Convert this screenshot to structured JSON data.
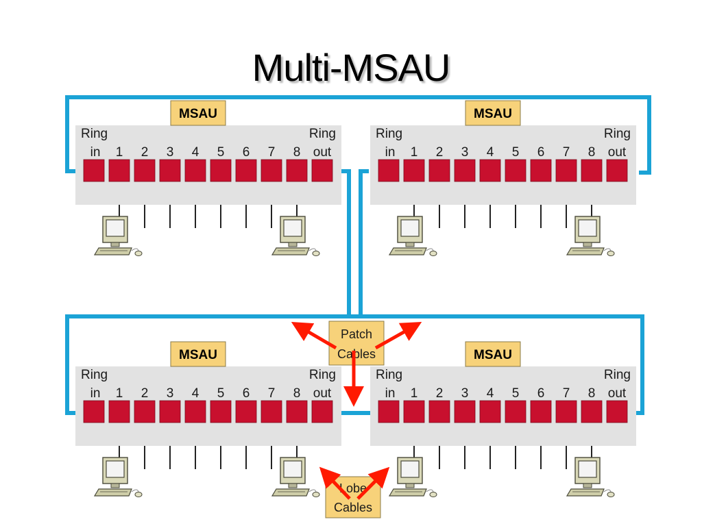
{
  "title": "Multi-MSAU",
  "msau_label": "MSAU",
  "ring_word": "Ring",
  "port_labels": [
    "in",
    "1",
    "2",
    "3",
    "4",
    "5",
    "6",
    "7",
    "8",
    "out"
  ],
  "callouts": {
    "patch_line1": "Patch",
    "patch_line2": "Cables",
    "lobe_line1": "Lobe",
    "lobe_line2": "Cables"
  },
  "colors": {
    "ring_cable": "#1ba3d6",
    "port": "#c8102e",
    "panel": "#e2e2e2",
    "label_box": "#f7d27a",
    "arrow": "#ff1a00"
  },
  "msaus": [
    {
      "name": "top-left",
      "attached_ports": [
        "1",
        "8"
      ]
    },
    {
      "name": "top-right",
      "attached_ports": [
        "1",
        "8"
      ]
    },
    {
      "name": "bottom-left",
      "attached_ports": [
        "1",
        "8"
      ]
    },
    {
      "name": "bottom-right",
      "attached_ports": [
        "1",
        "8"
      ]
    }
  ]
}
